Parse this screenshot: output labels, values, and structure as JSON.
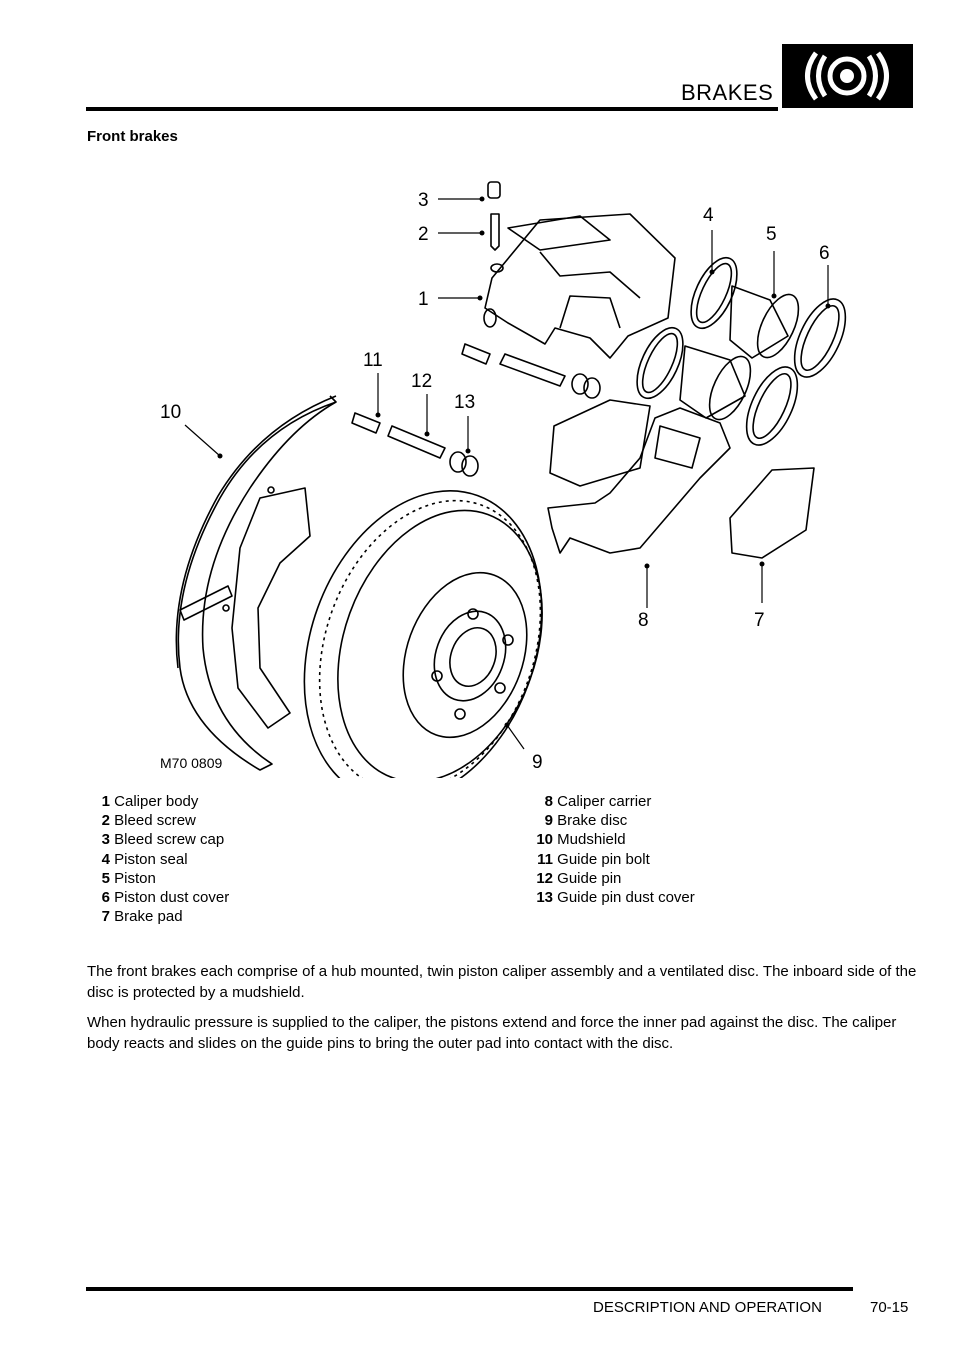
{
  "header": {
    "title": "BRAKES",
    "icon": "brake-warning-icon"
  },
  "section_title": "Front brakes",
  "figure": {
    "id": "M70 0809",
    "callouts": {
      "c1": "1",
      "c2": "2",
      "c3": "3",
      "c4": "4",
      "c5": "5",
      "c6": "6",
      "c7": "7",
      "c8": "8",
      "c9": "9",
      "c10": "10",
      "c11": "11",
      "c12": "12",
      "c13": "13"
    }
  },
  "legend": {
    "left": [
      {
        "num": "1",
        "label": "Caliper body"
      },
      {
        "num": "2",
        "label": "Bleed screw"
      },
      {
        "num": "3",
        "label": "Bleed screw cap"
      },
      {
        "num": "4",
        "label": "Piston seal"
      },
      {
        "num": "5",
        "label": "Piston"
      },
      {
        "num": "6",
        "label": "Piston dust cover"
      },
      {
        "num": "7",
        "label": "Brake pad"
      }
    ],
    "right": [
      {
        "num": "8",
        "label": "Caliper carrier"
      },
      {
        "num": "9",
        "label": "Brake disc"
      },
      {
        "num": "10",
        "label": "Mudshield"
      },
      {
        "num": "11",
        "label": "Guide pin bolt"
      },
      {
        "num": "12",
        "label": "Guide pin"
      },
      {
        "num": "13",
        "label": "Guide pin dust cover"
      }
    ]
  },
  "paragraphs": [
    "The front brakes each comprise of a hub mounted, twin piston caliper assembly and a ventilated disc. The inboard side of the disc is protected by a mudshield.",
    "When hydraulic pressure is supplied to the caliper, the pistons extend and force the inner pad against the disc. The caliper body reacts and slides on the guide pins to bring the outer pad into contact with the disc."
  ],
  "footer": {
    "section": "DESCRIPTION AND OPERATION",
    "page": "70-15"
  }
}
